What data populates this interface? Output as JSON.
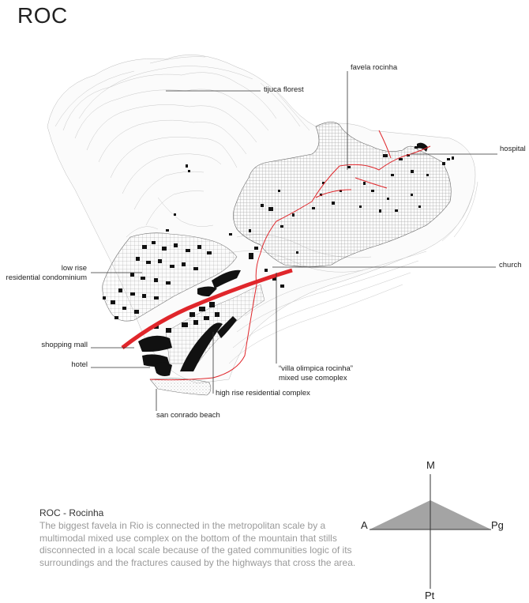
{
  "title": "ROC",
  "labels": {
    "tijuca_forest": "tijuca florest",
    "favela_rocinha": "favela rocinha",
    "hospital": "hospital",
    "low_rise_1": "low rise",
    "low_rise_2": "residential condominium",
    "church": "church",
    "shopping_mall": "shopping mall",
    "hotel": "hotel",
    "villa_1": "“villa olimpica rocinha”",
    "villa_2": "mixed use comoplex",
    "high_rise": "high rise residential complex",
    "beach": "san conrado beach"
  },
  "description": {
    "heading": "ROC - Rocinha",
    "body": "The biggest favela in Rio is connected in the metropolitan scale by a multimodal mixed use complex on the bottom of the mountain that stills disconnected in a local scale because of the gated communities logic of its surroundings and the fractures caused by the highways that cross the area."
  },
  "diagram": {
    "top": "M",
    "bottom": "Pt",
    "left": "A",
    "right": "Pg"
  },
  "colors": {
    "road": "#e0262b",
    "favela_fill": "#cfcfcf",
    "triangle": "#a4a4a4",
    "buildings": "#111111"
  }
}
